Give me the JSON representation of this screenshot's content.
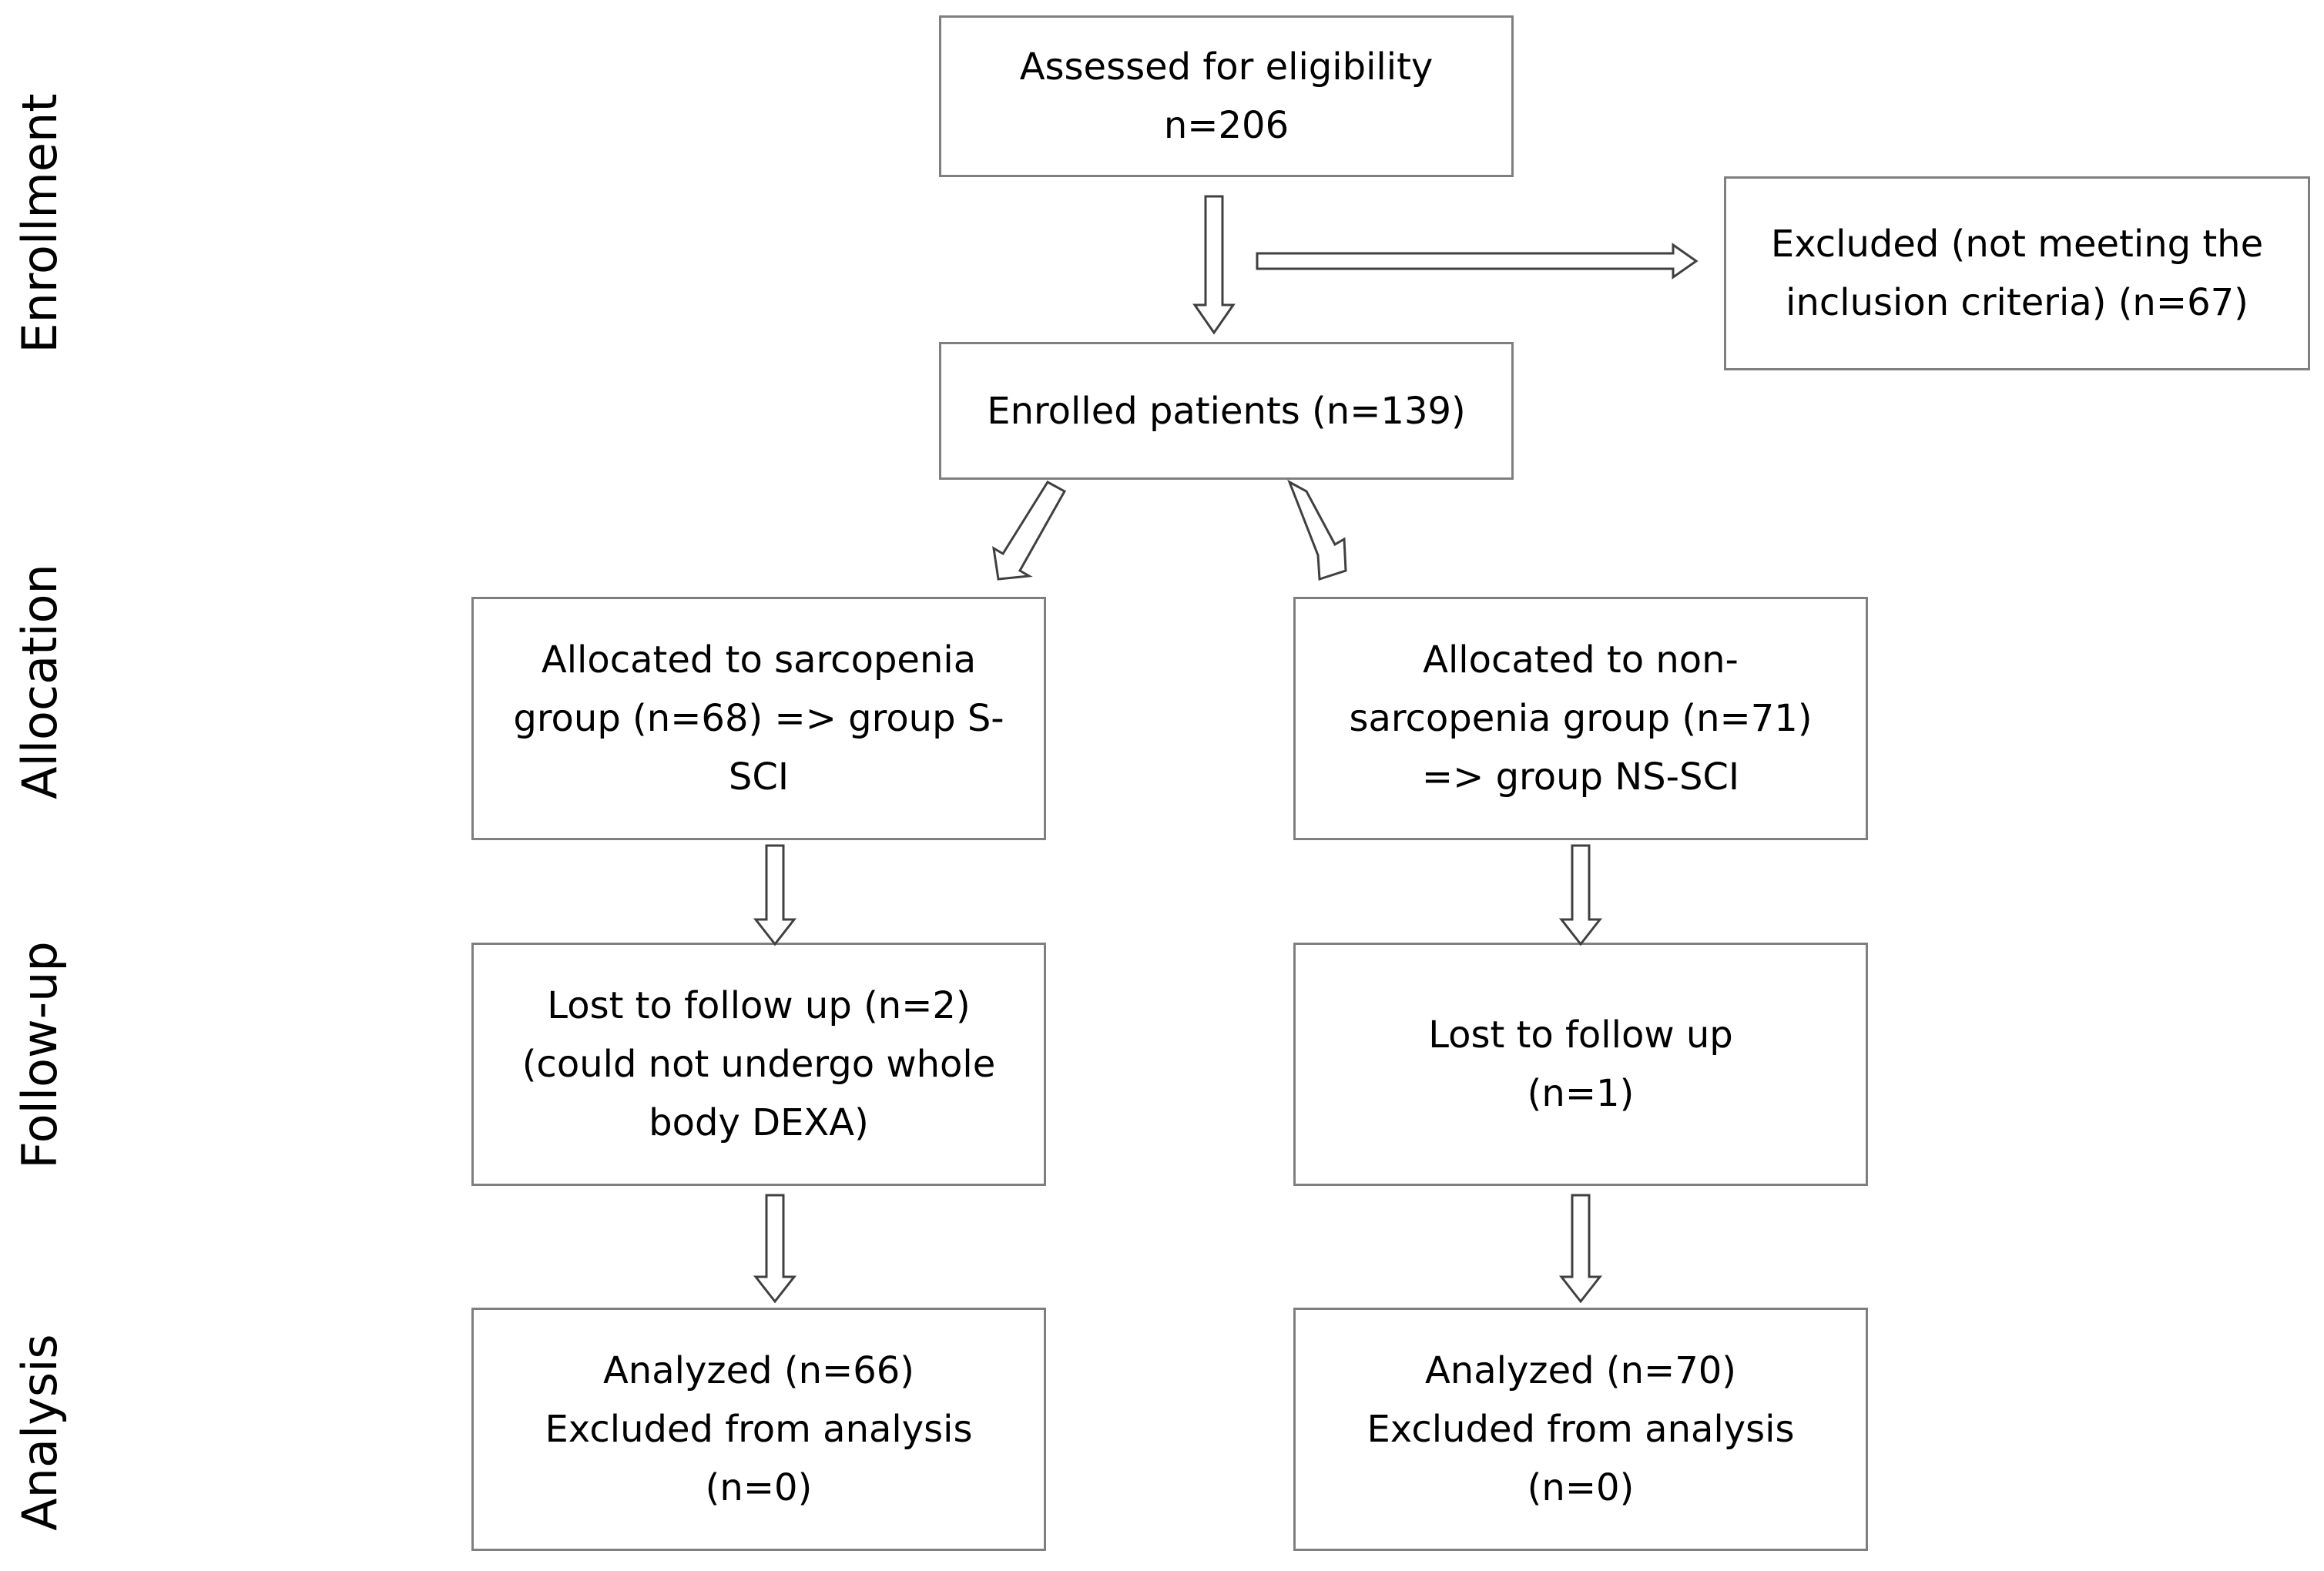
{
  "stages": [
    {
      "id": "enrollment",
      "label": "Enrollment"
    },
    {
      "id": "allocation",
      "label": "Allocation"
    },
    {
      "id": "follow_up",
      "label": "Follow-up"
    },
    {
      "id": "analysis",
      "label": "Analysis"
    }
  ],
  "boxes": {
    "assessed": {
      "lines": [
        "Assessed for eligibility",
        "n=206"
      ]
    },
    "excluded": {
      "lines": [
        "Excluded (not meeting the",
        "inclusion criteria) (n=67)"
      ]
    },
    "enrolled": {
      "lines": [
        "Enrolled patients (n=139)"
      ]
    },
    "allocated_s": {
      "lines": [
        "Allocated to sarcopenia",
        "group (n=68) => group S-",
        "SCI"
      ]
    },
    "allocated_ns": {
      "lines": [
        "Allocated to non-",
        "sarcopenia group (n=71)",
        "=> group NS-SCI"
      ]
    },
    "lost_s": {
      "lines": [
        "Lost to follow up (n=2)",
        "(could not undergo whole",
        "body DEXA)"
      ]
    },
    "lost_ns": {
      "lines": [
        "Lost to follow up",
        "(n=1)"
      ]
    },
    "analyzed_s": {
      "lines": [
        "Analyzed (n=66)",
        "Excluded from analysis",
        "(n=0)"
      ]
    },
    "analyzed_ns": {
      "lines": [
        "Analyzed (n=70)",
        "Excluded from analysis",
        "(n=0)"
      ]
    }
  },
  "colors": {
    "box_border": "#7f7f7f",
    "arrow_outline": "#404040",
    "text": "#000000",
    "background": "#ffffff"
  }
}
